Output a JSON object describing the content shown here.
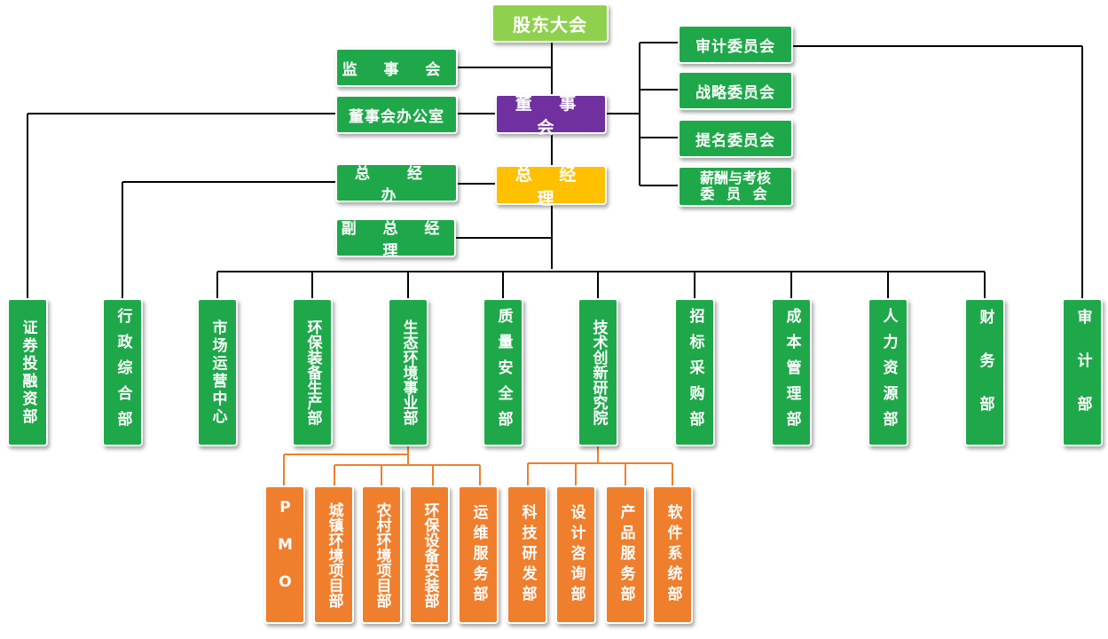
{
  "top": {
    "shareholders": "股东大会",
    "supervisors": "监 事 会",
    "board_office": "董事会办公室",
    "board": "董 事 会",
    "gm_office": "总 经 办",
    "gm": "总 经 理",
    "deputy_gm": "副 总 经 理"
  },
  "committees": {
    "audit": "审计委员会",
    "strategy": "战略委员会",
    "nomination": "提名委员会",
    "compensation_line1": "薪酬与考核",
    "compensation_line2": "委 员 会"
  },
  "departments": [
    "证券投融资部",
    "行政综合部",
    "市场运营中心",
    "环保装备生产部",
    "生态环境事业部",
    "质量安全部",
    "技术创新研究院",
    "招标采购部",
    "成本管理部",
    "人力资源部",
    "财务部",
    "审计部"
  ],
  "eco_subdepartments": [
    "PMO",
    "城镇环境项目部",
    "农村环境项目部",
    "环保设备安装部",
    "运维服务部"
  ],
  "tech_subdepartments": [
    "科技研发部",
    "设计咨询部",
    "产品服务部",
    "软件系统部"
  ],
  "colors": {
    "shareholders": "#8fd14f",
    "board": "#7030a0",
    "gm": "#ffc000",
    "department": "#1fa84a",
    "subdepartment": "#ef7f2d",
    "line_black": "#000000",
    "line_orange": "#ef7f2d"
  }
}
